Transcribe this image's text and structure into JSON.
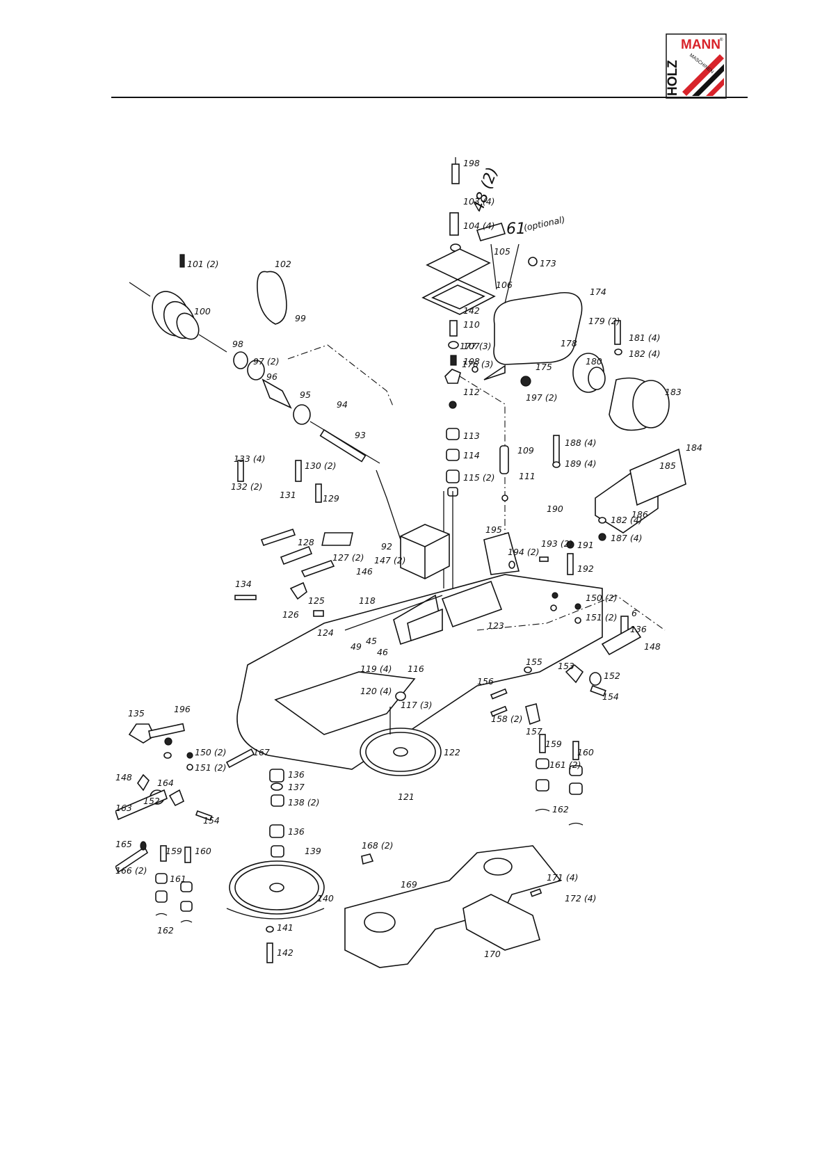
{
  "header": {
    "logo_text_top": "MANN",
    "logo_text_side": "HOLZ",
    "logo_text_small": "MASCHINEN",
    "logo_registered": "®",
    "colors": {
      "brand_red": "#d8232a",
      "brand_black": "#111111"
    }
  },
  "diagram": {
    "labels": [
      "198",
      "103 (4)",
      "104 (4)",
      "105",
      "106",
      "142",
      "110",
      "107",
      "108",
      "112",
      "113",
      "114",
      "115 (2)",
      "109",
      "111",
      "48 (2)",
      "61",
      "(optional)",
      "173",
      "174",
      "177 (3)",
      "176 (3)",
      "178",
      "179 (2)",
      "180",
      "175",
      "197 (2)",
      "181 (4)",
      "182 (4)",
      "183",
      "101 (2)",
      "100",
      "102",
      "99",
      "98",
      "97 (2)",
      "96",
      "95",
      "94",
      "93",
      "133 (4)",
      "132 (2)",
      "130 (2)",
      "131",
      "129",
      "128",
      "127 (2)",
      "134",
      "126",
      "125",
      "124",
      "92",
      "146",
      "147 (2)",
      "118",
      "49",
      "45",
      "46",
      "119 (4)",
      "120 (4)",
      "116",
      "117 (3)",
      "122",
      "121",
      "123",
      "188 (4)",
      "189 (4)",
      "190",
      "186",
      "185",
      "184",
      "182 (4)",
      "187 (4)",
      "191",
      "192",
      "195",
      "194 (2)",
      "193 (2)",
      "6",
      "150 (2)",
      "151 (2)",
      "136",
      "148",
      "153",
      "152",
      "155",
      "156",
      "154",
      "158 (2)",
      "157",
      "159",
      "160",
      "161 (2)",
      "162",
      "135",
      "196",
      "150 (2)",
      "151 (2)",
      "167",
      "148",
      "164",
      "152",
      "163",
      "154",
      "165",
      "166 (2)",
      "159",
      "160",
      "161",
      "162",
      "136",
      "137",
      "138 (2)",
      "136",
      "139",
      "140",
      "141",
      "142",
      "168 (2)",
      "169",
      "171 (4)",
      "172 (4)",
      "170"
    ]
  }
}
